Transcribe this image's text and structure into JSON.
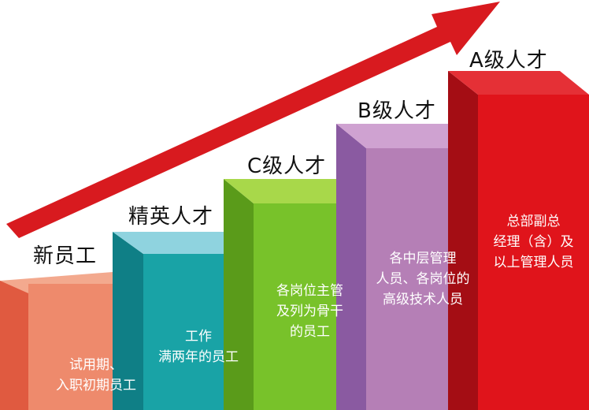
{
  "colors": {
    "arrow": "#d81a1f",
    "step1": {
      "front": "#ee8a6c",
      "side": "#e05a40",
      "top": "#f3a98e"
    },
    "step2": {
      "front": "#19a3a6",
      "side": "#0f7f86",
      "top": "#8fd3df"
    },
    "step3": {
      "front": "#78c22a",
      "side": "#5a9b1a",
      "top": "#a8d84a"
    },
    "step4": {
      "front": "#b57fb6",
      "side": "#8a5aa1",
      "top": "#cfa2d1"
    },
    "step5": {
      "front": "#e0141b",
      "side": "#a40d14",
      "top": "#e53036"
    }
  },
  "steps": [
    {
      "title": "新员工",
      "description": [
        "试用期、",
        "入职初期员工"
      ]
    },
    {
      "title": "精英人才",
      "description": [
        "工作",
        "满两年的员工"
      ]
    },
    {
      "title": "C级人才",
      "description": [
        "各岗位主管",
        "及列为骨干",
        "的员工"
      ]
    },
    {
      "title": "B级人才",
      "description": [
        "各中层管理",
        "人员、各岗位的",
        "高级技术人员"
      ]
    },
    {
      "title": "A级人才",
      "description": [
        "总部副总",
        "经理（含）及",
        "以上管理人员"
      ]
    }
  ]
}
